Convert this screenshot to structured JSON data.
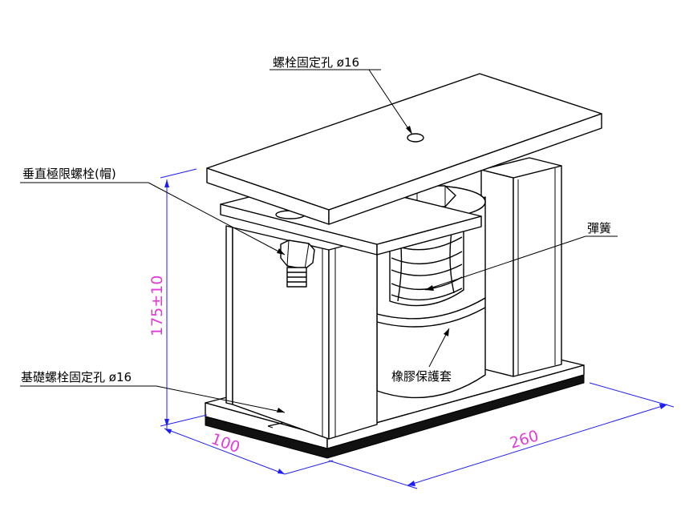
{
  "labels": {
    "top_bolt_hole": "螺栓固定孔 ø16",
    "vertical_limit_bolt": "垂直極限螺栓(帽)",
    "spring": "彈簧",
    "rubber_sleeve": "橡膠保護套",
    "base_bolt_hole": "基礎螺栓固定孔 ø16"
  },
  "dimensions": {
    "height": "175±10",
    "depth": "100",
    "length": "260"
  },
  "colors": {
    "dimension_text": "#e23bd8",
    "dimension_line": "#1c1cff",
    "outline": "#000000",
    "base_pad": "#111111"
  }
}
